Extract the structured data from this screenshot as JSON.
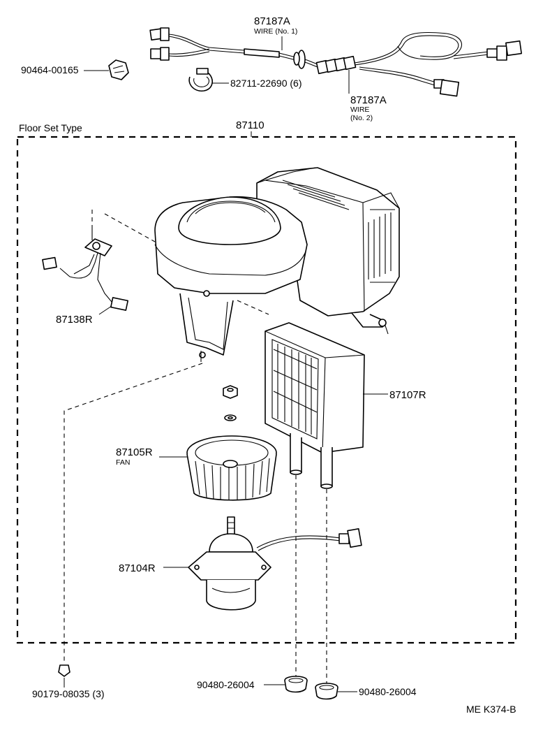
{
  "frame_title": "Floor Set Type",
  "assembly_number": "87110",
  "footer_code": "ME  K374-B",
  "parts": {
    "wire_no1": {
      "number": "87187A",
      "desc": "WIRE (No. 1)"
    },
    "wire_no2": {
      "number": "87187A",
      "desc1": "WIRE",
      "desc2": "(No. 2)"
    },
    "grommet_top": {
      "number": "90464-00165"
    },
    "clamp": {
      "number": "82711-22690 (6)"
    },
    "resistor": {
      "number": "87138R"
    },
    "heater_core": {
      "number": "87107R"
    },
    "fan": {
      "number": "87105R",
      "desc": "FAN"
    },
    "motor": {
      "number": "87104R"
    },
    "bolt": {
      "number": "90179-08035 (3)"
    },
    "grommet_left": {
      "number": "90480-26004"
    },
    "grommet_right": {
      "number": "90480-26004"
    }
  }
}
